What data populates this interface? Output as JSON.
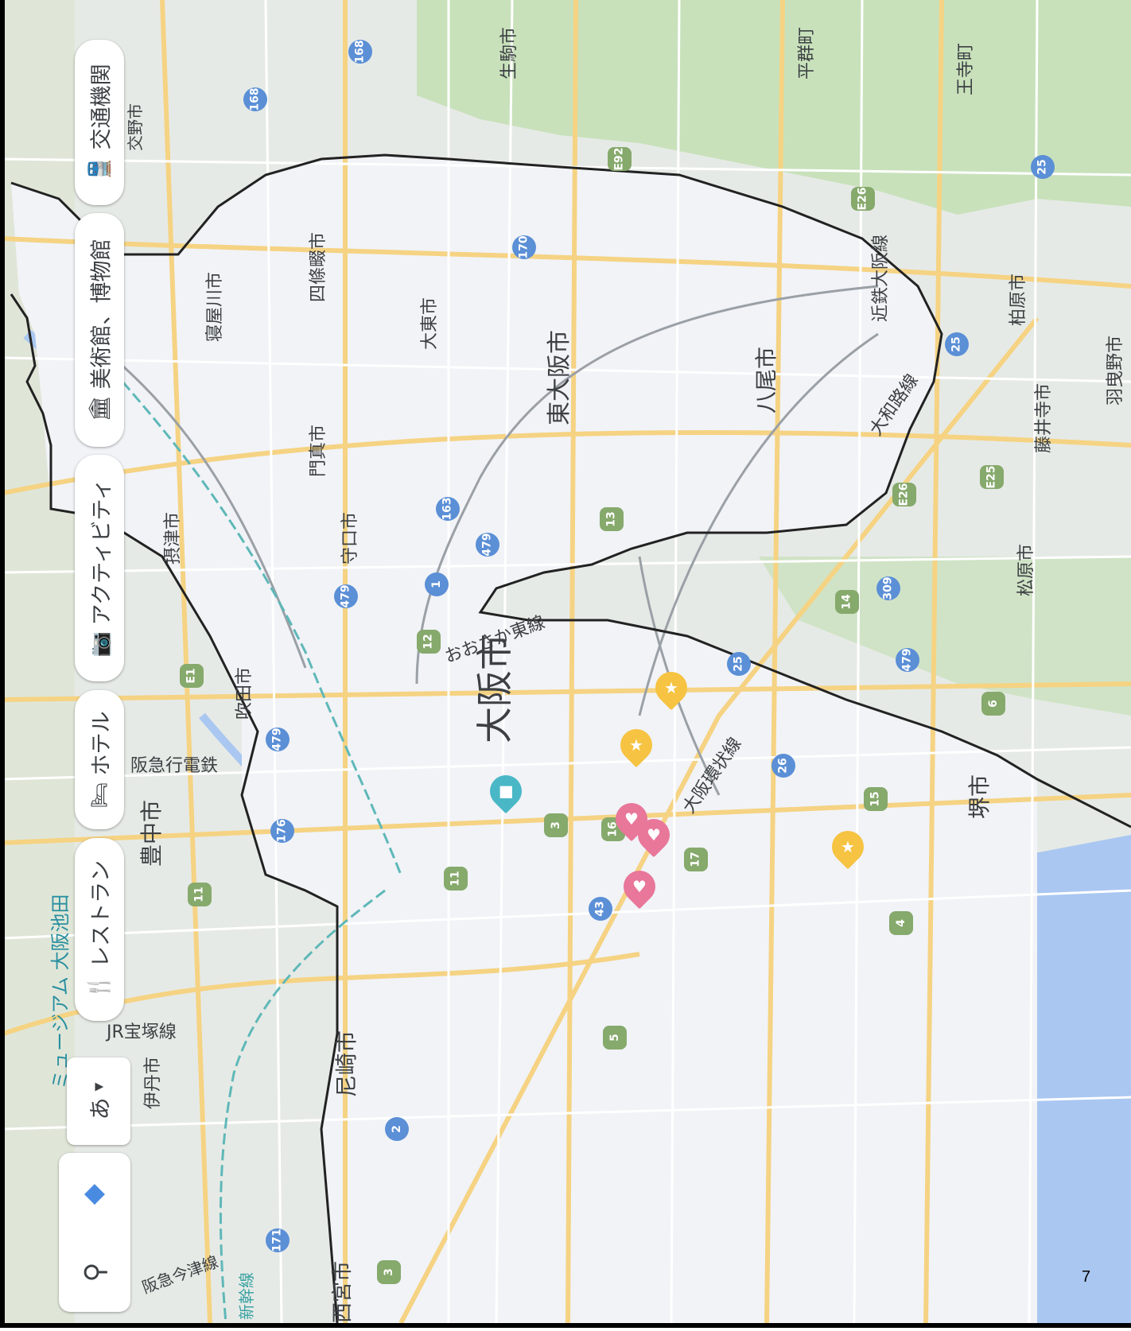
{
  "toolbar": {
    "search_icon": "search-icon",
    "directions_icon": "directions-icon",
    "language_label": "あ",
    "language_dropdown_icon": "caret-down-icon",
    "categories": [
      {
        "name": "restaurant",
        "icon": "fork-knife-icon",
        "glyph": "🍴",
        "label": "レストラン"
      },
      {
        "name": "hotel",
        "icon": "bed-icon",
        "glyph": "🛏",
        "label": "ホテル"
      },
      {
        "name": "activities",
        "icon": "camera-icon",
        "glyph": "📷",
        "label": "アクティビティ"
      },
      {
        "name": "museum",
        "icon": "museum-icon",
        "glyph": "🏛",
        "label": "美術館、博物館"
      },
      {
        "name": "transit",
        "icon": "train-icon",
        "glyph": "🚆",
        "label": "交通機関"
      }
    ]
  },
  "map": {
    "colors": {
      "land": "#e8ecea",
      "park": "#c9e3bd",
      "water": "#aac8f2",
      "road_major": "#f7d98a",
      "road_minor": "#ffffff",
      "highlight_area": "#f1f3f7",
      "boundary": "#222222"
    },
    "labels": {
      "osaka": "大阪市",
      "higashiosaka": "東大阪市",
      "yao": "八尾市",
      "sakai": "堺市",
      "amagasaki": "尼崎市",
      "toyonaka": "豊中市",
      "suita": "吹田市",
      "settsu": "摂津市",
      "moriguchi": "守口市",
      "kadoma": "門真市",
      "neyagawa": "寝屋川市",
      "shijonawate": "四條畷市",
      "daito": "大東市",
      "ikoma": "生駒市",
      "heguri": "平群町",
      "oji": "王寺町",
      "kashiwara": "柏原市",
      "fujiidera": "藤井寺市",
      "habikino": "羽曳野市",
      "matsubara": "松原市",
      "itami": "伊丹市",
      "nishinomiya": "西宮市",
      "kintetsu_osaka": "近鉄大阪線",
      "yamatoji": "大和路線",
      "osaka_higashi": "おおさか東線",
      "osaka_loop": "大阪環状線",
      "hankyu": "阪急行電鉄",
      "hankyu_imazu": "阪急今津線",
      "jr_takarazuka": "JR宝塚線",
      "shinkansen": "新幹線",
      "museum_ikeda": "ミュージアム 大阪池田",
      "bunjo": "交野市"
    },
    "routes_blue": [
      "168",
      "168",
      "170",
      "25",
      "163",
      "479",
      "1",
      "479",
      "479",
      "176",
      "171",
      "26",
      "479",
      "309",
      "25",
      "43",
      "2",
      "25"
    ],
    "routes_green": [
      "E92",
      "13",
      "12",
      "11",
      "3",
      "11",
      "E1",
      "16",
      "17",
      "15",
      "14",
      "6",
      "4",
      "5",
      "3",
      "E26",
      "E25",
      "E26"
    ],
    "pins": [
      {
        "kind": "teal",
        "icon": "station-pin-icon"
      },
      {
        "kind": "star",
        "icon": "star-pin-icon"
      },
      {
        "kind": "star",
        "icon": "star-pin-icon"
      },
      {
        "kind": "star",
        "icon": "star-pin-icon"
      },
      {
        "kind": "heart",
        "icon": "heart-pin-icon"
      },
      {
        "kind": "heart",
        "icon": "heart-pin-icon"
      },
      {
        "kind": "heart",
        "icon": "heart-pin-icon"
      }
    ]
  },
  "page_number": "7"
}
